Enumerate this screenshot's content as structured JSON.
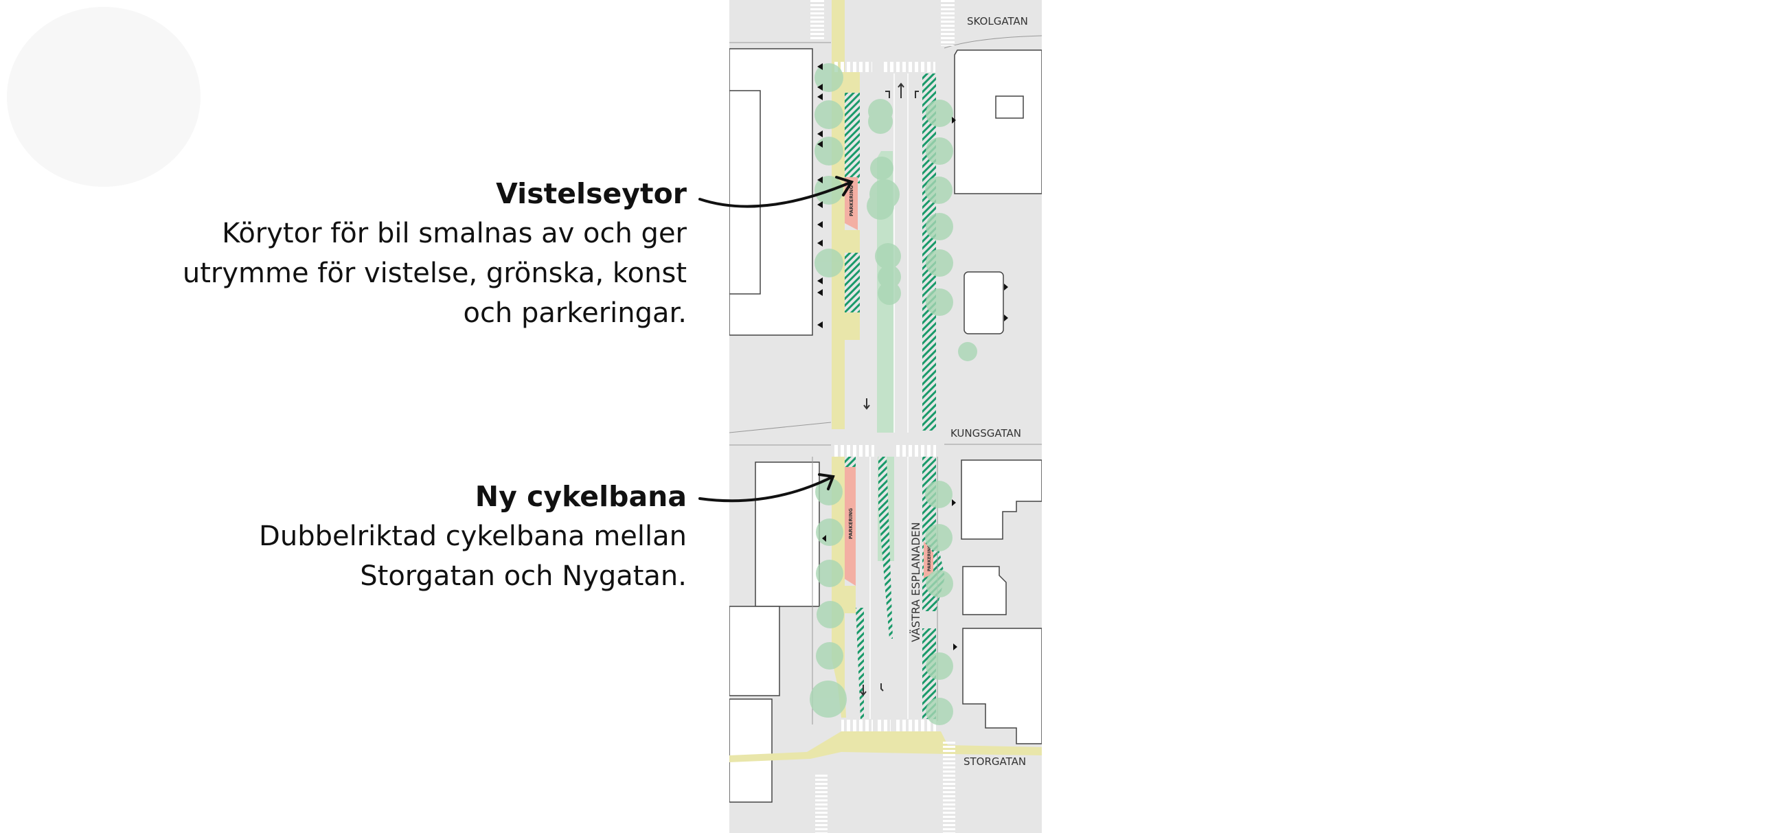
{
  "callouts": [
    {
      "title": "Vistelseytor",
      "lines": [
        "Körytor för bil smalnas av och ger",
        "utrymme för vistelse, grönska, konst",
        "och parkeringar."
      ]
    },
    {
      "title": "Ny cykelbana",
      "lines": [
        "Dubbelriktad cykelbana mellan",
        "Storgatan och Nygatan."
      ]
    }
  ],
  "map": {
    "streets": {
      "top": "SKOLGATAN",
      "middle": "KUNGSGATAN",
      "bottom": "STORGATAN",
      "main": "VÄSTRA ESPLANADEN"
    },
    "parking_label": "PARKERING",
    "colors": {
      "ground": "#e6e6e6",
      "building": "#ffffff",
      "cycle": "#e9e6aa",
      "green": "#c3e2c9",
      "hatch": "#1a9a6a",
      "parking": "#f3afa3",
      "tree": "#a9d6b4"
    }
  }
}
